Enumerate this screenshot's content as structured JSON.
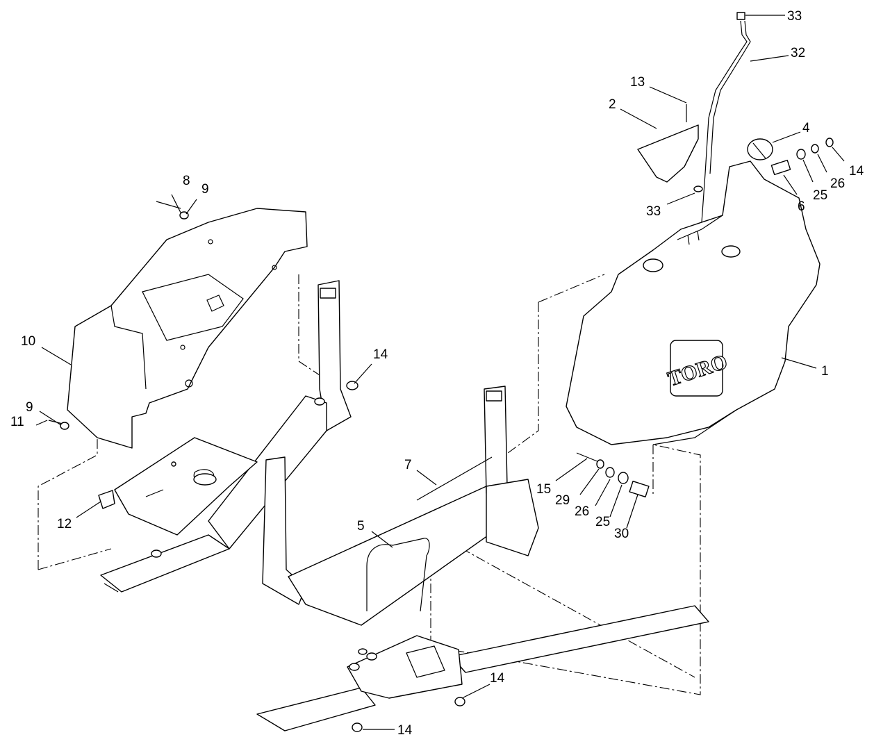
{
  "brand_logo": "TORO",
  "callouts": [
    {
      "id": "c33a",
      "label": "33"
    },
    {
      "id": "c32",
      "label": "32"
    },
    {
      "id": "c13",
      "label": "13"
    },
    {
      "id": "c2",
      "label": "2"
    },
    {
      "id": "c4",
      "label": "4"
    },
    {
      "id": "c14a",
      "label": "14"
    },
    {
      "id": "c26a",
      "label": "26"
    },
    {
      "id": "c25a",
      "label": "25"
    },
    {
      "id": "c6",
      "label": "6"
    },
    {
      "id": "c33b",
      "label": "33"
    },
    {
      "id": "c8",
      "label": "8"
    },
    {
      "id": "c9a",
      "label": "9"
    },
    {
      "id": "c10",
      "label": "10"
    },
    {
      "id": "c14b",
      "label": "14"
    },
    {
      "id": "c1",
      "label": "1"
    },
    {
      "id": "c9b",
      "label": "9"
    },
    {
      "id": "c11",
      "label": "11"
    },
    {
      "id": "c7",
      "label": "7"
    },
    {
      "id": "c15",
      "label": "15"
    },
    {
      "id": "c29",
      "label": "29"
    },
    {
      "id": "c26b",
      "label": "26"
    },
    {
      "id": "c25b",
      "label": "25"
    },
    {
      "id": "c30",
      "label": "30"
    },
    {
      "id": "c12",
      "label": "12"
    },
    {
      "id": "c5",
      "label": "5"
    },
    {
      "id": "c14c",
      "label": "14"
    },
    {
      "id": "c14d",
      "label": "14"
    }
  ]
}
